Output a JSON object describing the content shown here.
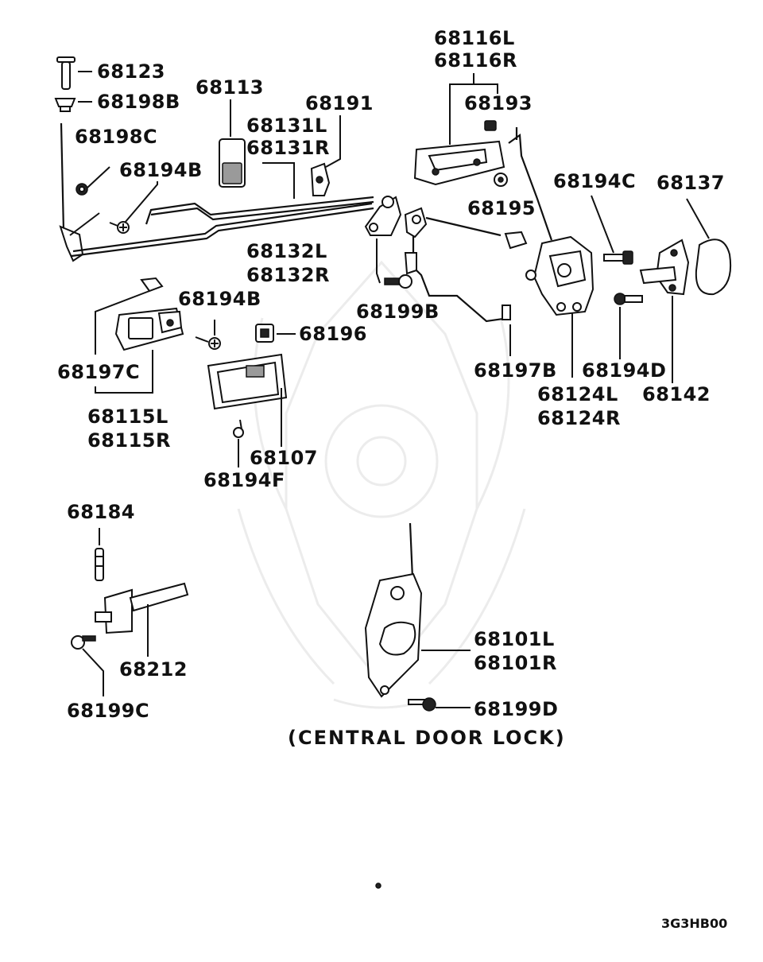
{
  "labels": {
    "p68123": "68123",
    "p68198B": "68198B",
    "p68113": "68113",
    "p68198C": "68198C",
    "p68194B_top": "68194B",
    "p68131L": "68131L",
    "p68131R": "68131R",
    "p68191": "68191",
    "p68116L": "68116L",
    "p68116R": "68116R",
    "p68193": "68193",
    "p68195": "68195",
    "p68194C": "68194C",
    "p68137": "68137",
    "p68132L": "68132L",
    "p68132R": "68132R",
    "p68194B_mid": "68194B",
    "p68196": "68196",
    "p68199B": "68199B",
    "p68197C": "68197C",
    "p68115L": "68115L",
    "p68115R": "68115R",
    "p68197B": "68197B",
    "p68194D": "68194D",
    "p68142": "68142",
    "p68124L": "68124L",
    "p68124R": "68124R",
    "p68107": "68107",
    "p68194F": "68194F",
    "p68184": "68184",
    "p68212": "68212",
    "p68199C": "68199C",
    "p68101L": "68101L",
    "p68101R": "68101R",
    "p68199D": "68199D"
  },
  "caption": "(CENTRAL DOOR LOCK)",
  "diagram_code": "3G3HB00"
}
